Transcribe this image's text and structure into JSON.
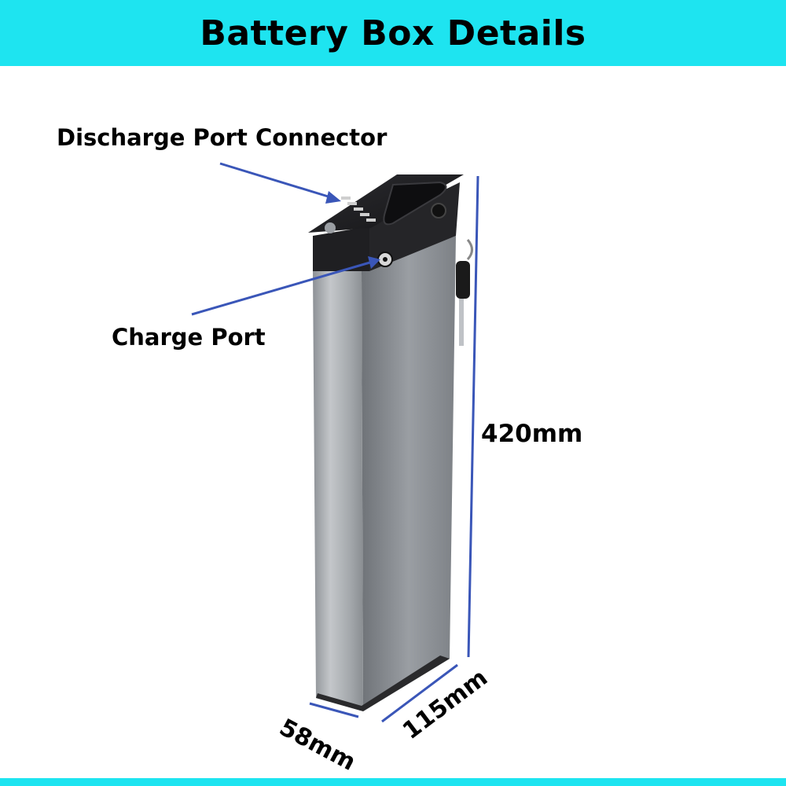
{
  "header": {
    "title": "Battery Box Details"
  },
  "callouts": {
    "discharge_port": "Discharge Port Connector",
    "charge_port": "Charge Port"
  },
  "dimensions": {
    "height": "420mm",
    "width": "115mm",
    "depth": "58mm"
  },
  "colors": {
    "accent_bar": "#1ee4f0",
    "arrow_blue": "#3a56b8",
    "casing_silver": "#a9adb1",
    "cap_black": "#1b1b1d"
  }
}
